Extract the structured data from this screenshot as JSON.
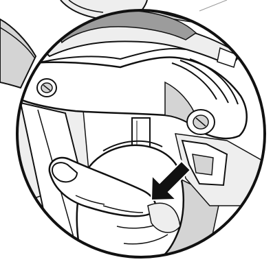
{
  "figure": {
    "kind": "instruction-illustration",
    "style": "black line art with gray fills",
    "detail_view": "circular-magnified-inset",
    "colors": {
      "line": "#111111",
      "fill_light": "#eeeeee",
      "fill_mid": "#d4d4d4",
      "fill_dark": "#9c9c9c",
      "arrow": "#111111",
      "background": "#ffffff"
    },
    "icons": [
      "hand-icon",
      "screw-icon",
      "direction-arrow-icon"
    ]
  }
}
